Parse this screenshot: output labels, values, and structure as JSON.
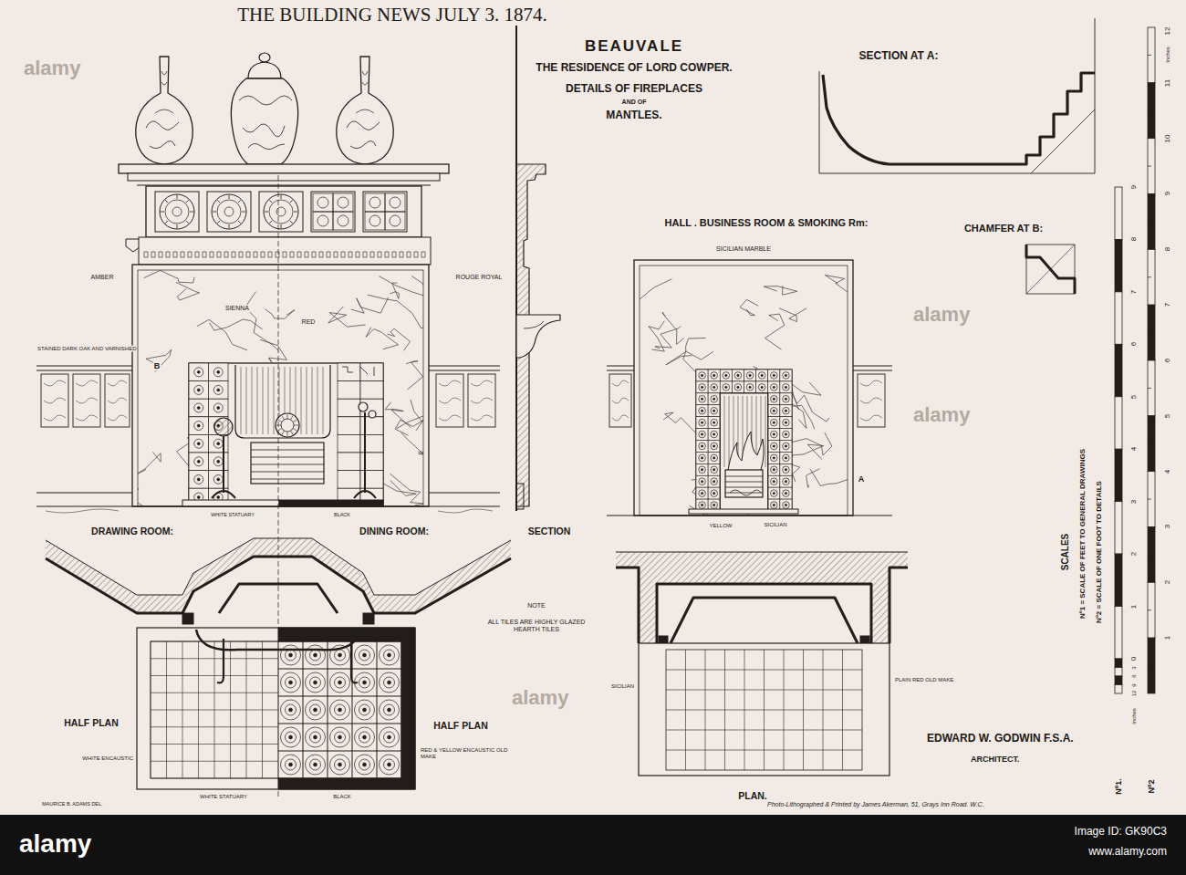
{
  "diagram": {
    "title": "BEAUVALE",
    "labels": [
      "THE BUILDING NEWS JULY 3. 1874.",
      "THE RESIDENCE OF LORD COWPER.",
      "DETAILS OF FIREPLACES",
      "AND OF",
      "MANTLES.",
      "SECTION AT A:",
      "HALL . BUSINESS ROOM & SMOKING Rm:",
      "SICILIAN MARBLE",
      "CHAMFER AT B:",
      "AMBER",
      "ROUGE ROYAL",
      "SIENNA",
      "RED",
      "STAINED DARK OAK AND VARNISHED",
      "B",
      "A",
      "DRAWING ROOM:",
      "DINING ROOM:",
      "SECTION",
      "WHITE STATUARY",
      "BLACK",
      "YELLOW",
      "SICILIAN",
      "NOTE",
      "ALL TILES ARE HIGHLY GLAZED HEARTH TILES",
      "HALF PLAN",
      "HALF PLAN",
      "WHITE ENCAUSTIC",
      "RED & YELLOW ENCAUSTIC OLD MAKE",
      "WHITE STATUARY",
      "BLACK",
      "SICILIAN",
      "PLAIN RED OLD MAKE",
      "PLAN.",
      "EDWARD W. GODWIN F.S.A.",
      "ARCHITECT.",
      "MAURICE B. ADAMS DEL.",
      "Photo-Lithographed & Printed by James Akerman, 51, Grays Inn Road. W.C.",
      "SCALES",
      "Nº1 = SCALE OF FEET TO GENERAL DRAWINGS",
      "Nº2 = SCALE OF ONE FOOT TO DETAILS",
      "Nº1.",
      "Nº2",
      "9",
      "8",
      "7",
      "6",
      "5",
      "4",
      "3",
      "2",
      "1",
      "0",
      "12",
      "9",
      "6",
      "3",
      "Inches",
      "12",
      "Inches",
      "11",
      "10",
      "9",
      "8",
      "7",
      "6",
      "5",
      "4",
      "3",
      "2",
      "1",
      "alamy",
      "Image ID: GK90C3",
      "www.alamy.com",
      "alamy",
      "alamy",
      "alamy",
      "alamy"
    ]
  }
}
